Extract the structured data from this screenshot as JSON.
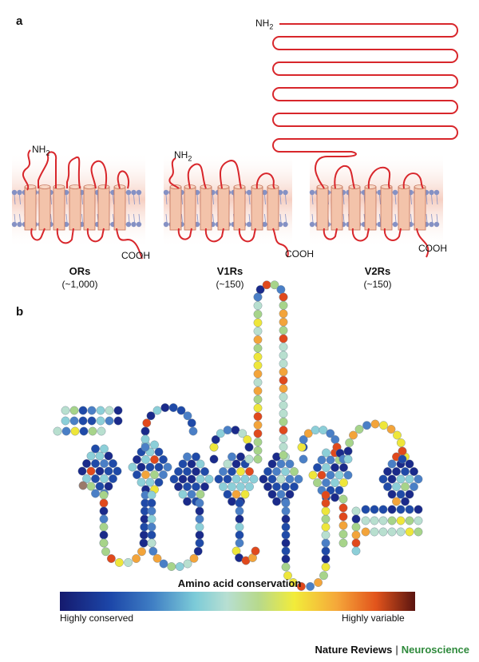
{
  "panel_a": {
    "label": "a",
    "receptors": [
      {
        "name": "ORs",
        "count": "(~1,000)",
        "nterm": "NH2",
        "cterm": "COOH"
      },
      {
        "name": "V1Rs",
        "count": "(~150)",
        "nterm": "NH2",
        "cterm": "COOH"
      },
      {
        "name": "V2Rs",
        "count": "(~150)",
        "nterm": "NH2",
        "cterm": "COOH"
      }
    ]
  },
  "panel_b": {
    "label": "b",
    "scale_title": "Amino acid conservation",
    "scale_low": "Highly conserved",
    "scale_high": "Highly variable"
  },
  "footer": {
    "publisher": "Nature Reviews",
    "separator": "|",
    "journal": "Neuroscience"
  },
  "colors": {
    "membrane_bg": "#f9ddd4",
    "helix_fill": "#f3c3aa",
    "helix_stroke": "#c4735a",
    "lipid_head": "#8591c4",
    "chain": "#d8262b",
    "journal": "#2f8a3c"
  }
}
